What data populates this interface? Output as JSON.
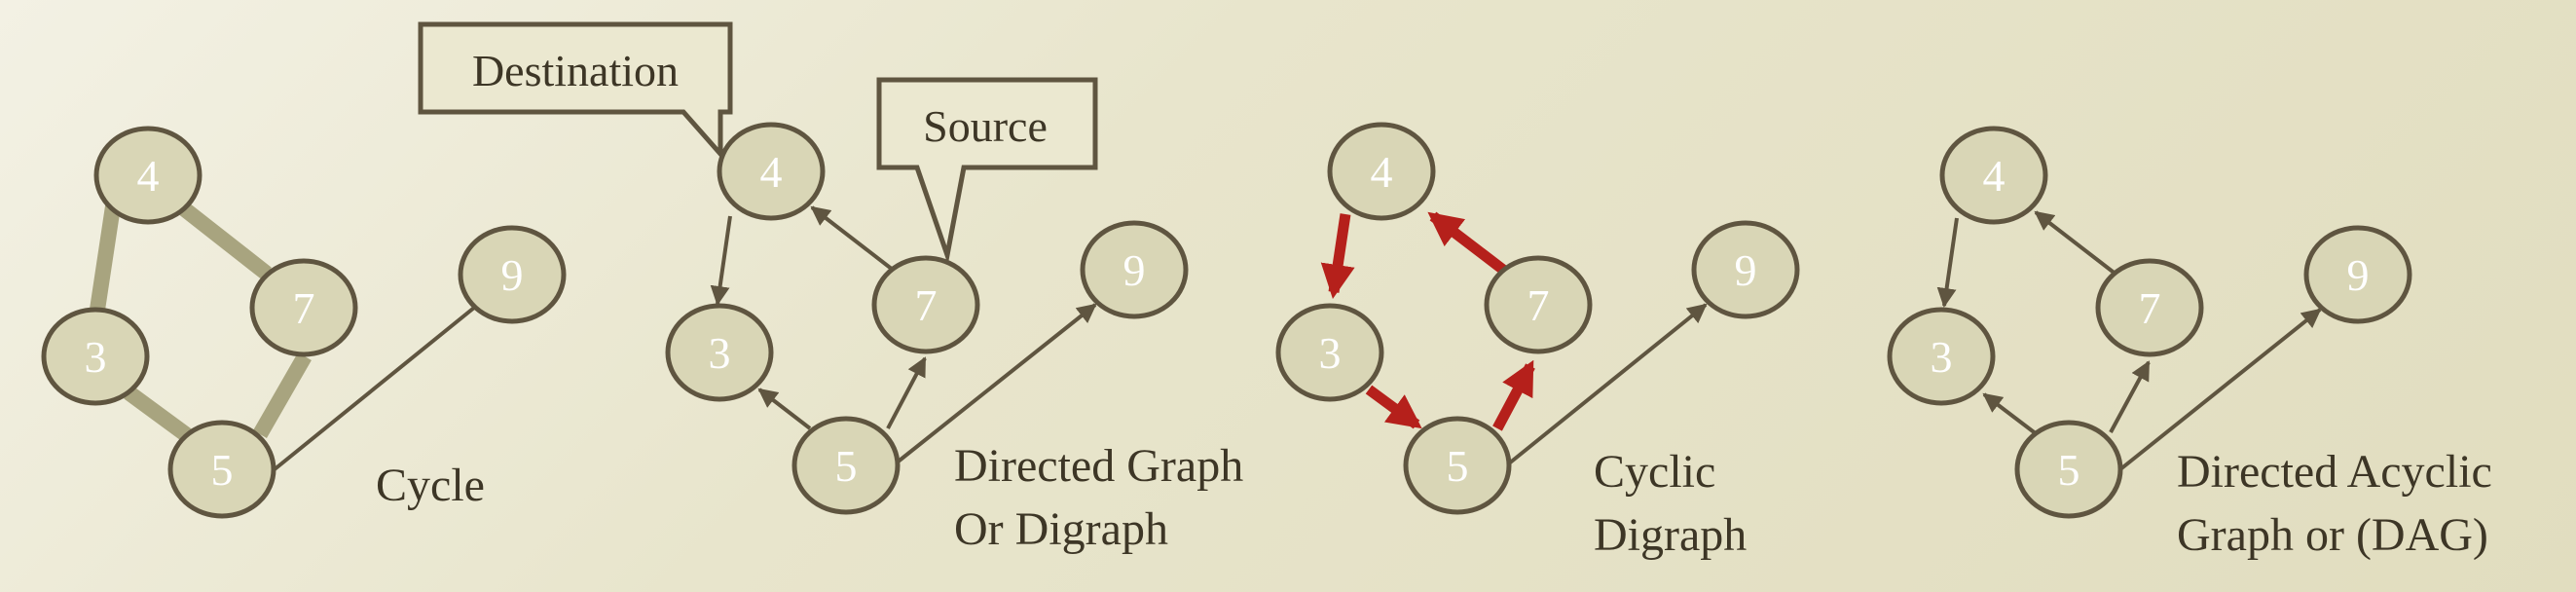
{
  "callouts": {
    "destination": "Destination",
    "source": "Source"
  },
  "graphs": [
    {
      "id": "cycle",
      "caption": [
        "Cycle"
      ],
      "nodes": [
        "4",
        "7",
        "3",
        "5",
        "9"
      ]
    },
    {
      "id": "directed-graph",
      "caption": [
        "Directed Graph",
        "Or Digraph"
      ],
      "nodes": [
        "4",
        "7",
        "3",
        "5",
        "9"
      ]
    },
    {
      "id": "cyclic-digraph",
      "caption": [
        "Cyclic",
        "Digraph"
      ],
      "nodes": [
        "4",
        "7",
        "3",
        "5",
        "9"
      ]
    },
    {
      "id": "dag",
      "caption": [
        "Directed Acyclic",
        "Graph or (DAG)"
      ],
      "nodes": [
        "4",
        "7",
        "3",
        "5",
        "9"
      ]
    }
  ],
  "colors": {
    "node_stroke": "#5f5540",
    "cycle_edge": "#a8a47f",
    "edge": "#5f5540",
    "cycle_highlight": "#b5201b"
  }
}
